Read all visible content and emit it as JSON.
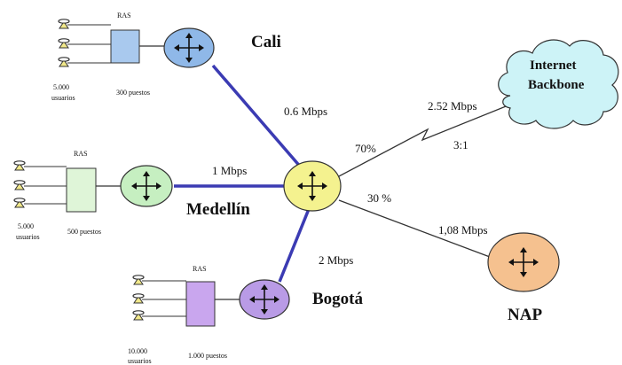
{
  "colors": {
    "cali_router": "#8fb8e8",
    "cali_ras": "#a9c9ee",
    "medellin_router": "#c6efc1",
    "medellin_ras": "#dff5d8",
    "bogota_router": "#b99be6",
    "bogota_ras": "#c9a6ee",
    "hub_router": "#f4f28f",
    "nap_router": "#f5c18f",
    "cloud": "#cdf3f7",
    "trunk_link": "#3b3bb3",
    "wan_link": "#333333"
  },
  "sites": {
    "cali": {
      "name": "Cali",
      "ras": "RAS",
      "users": [
        "5.000",
        "usuarios"
      ],
      "ports": "300 puestos"
    },
    "medellin": {
      "name": "Medellín",
      "ras": "RAS",
      "users": [
        "5.000",
        "usuarios"
      ],
      "ports": "500 puestos"
    },
    "bogota": {
      "name": "Bogotá",
      "ras": "RAS",
      "users": [
        "10.000",
        "usuarios"
      ],
      "ports": "1.000 puestos"
    }
  },
  "links": {
    "cali_hub": "0.6 Mbps",
    "medellin_hub": "1 Mbps",
    "bogota_hub": "2 Mbps",
    "hub_internet": "2.52 Mbps",
    "hub_nap": "1,08 Mbps"
  },
  "hub": {
    "internet_share": "70%",
    "nap_share": "30 %",
    "ratio": "3:1"
  },
  "internet": {
    "line1": "Internet",
    "line2": "Backbone",
    "icon": "cloud-icon"
  },
  "nap": {
    "name": "NAP"
  }
}
